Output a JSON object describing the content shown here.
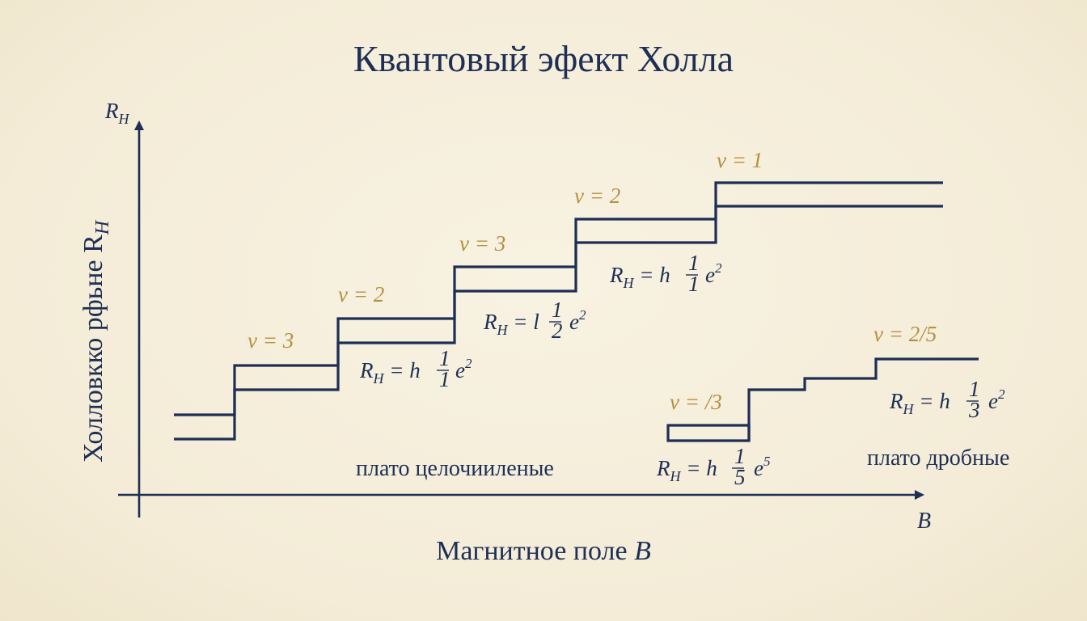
{
  "title": "Квантовый эфект Холла",
  "y_axis": {
    "symbol": "R",
    "symbol_sub": "H",
    "label": "Холловкко рфьне R",
    "label_sub": "H"
  },
  "x_axis": {
    "symbol": "B",
    "label_main": "Магнитное поле ",
    "label_var": "B"
  },
  "levels": {
    "a": "ν = 3",
    "b": "ν = 2",
    "c": "ν = 3",
    "d": "ν = 2",
    "e": "ν = 1",
    "f": "ν = /3",
    "g": "ν = 2/5"
  },
  "formulas": {
    "f1": {
      "lhs": "R",
      "sub": "H",
      "mid": " = h",
      "num": "1",
      "den": "1",
      "tail": "e",
      "exp": "2"
    },
    "f2": {
      "lhs": "R",
      "sub": "H",
      "mid": " = l",
      "num": "1",
      "den": "2",
      "tail": "e",
      "exp": "2"
    },
    "f3": {
      "lhs": "R",
      "sub": "H",
      "mid": " = h",
      "num": "1",
      "den": "1",
      "tail": "e",
      "exp": "2"
    },
    "f4": {
      "lhs": "R",
      "sub": "H",
      "mid": " = h",
      "num": "1",
      "den": "5",
      "tail": "e",
      "exp": "5"
    },
    "f5": {
      "lhs": "R",
      "sub": "H",
      "mid": " = h",
      "num": "1",
      "den": "3",
      "tail": "e",
      "exp": "2"
    }
  },
  "plateaus": {
    "integer": "плато целочииленые",
    "fractional": "плато дробные"
  },
  "colors": {
    "ink": "#1d2f55",
    "accent": "#b3903f",
    "paper": "#f6efdc"
  }
}
